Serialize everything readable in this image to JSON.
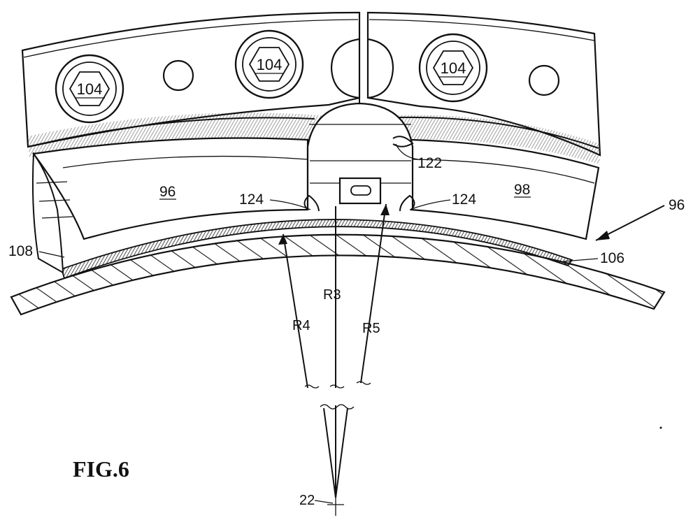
{
  "figure": {
    "caption": "FIG.6",
    "bolt_labels": [
      "104",
      "104",
      "104"
    ],
    "segment_labels": {
      "left": "96",
      "right": "98"
    },
    "callouts": {
      "slot_top": "122",
      "notch_left": "124",
      "notch_right": "124",
      "assembly": "96",
      "layer": "106",
      "edge_left": "108",
      "center": "22"
    },
    "radii": {
      "r3": "R3",
      "r4": "R4",
      "r5": "R5"
    }
  }
}
